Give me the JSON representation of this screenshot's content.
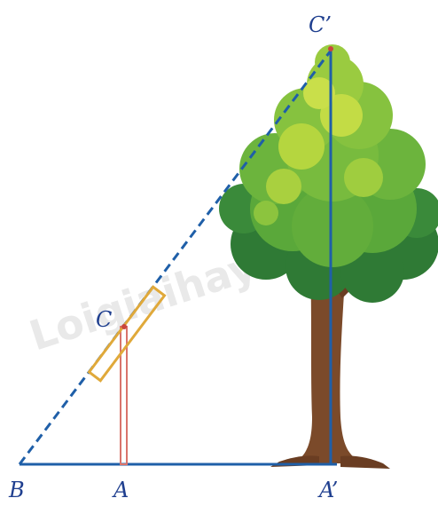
{
  "labels": {
    "B": "B",
    "A": "A",
    "A_prime": "A’",
    "C": "C",
    "C_prime": "C’"
  },
  "watermark": "Loigiaihay.com",
  "colors": {
    "baseline": "#1f5fa8",
    "hypotenuse": "#1f5fa8",
    "pole": "#d9736b",
    "mirror": "#e0a93a",
    "tree_height": "#1f5fa8",
    "label": "#1f3f8f",
    "foliage_dark": "#2f7a35",
    "foliage_mid": "#5aa83a",
    "foliage_light": "#b5d63f",
    "trunk": "#7b4a2a"
  },
  "icons": {
    "tree": "tree-illustration",
    "mirror": "mirror-rectangle"
  }
}
